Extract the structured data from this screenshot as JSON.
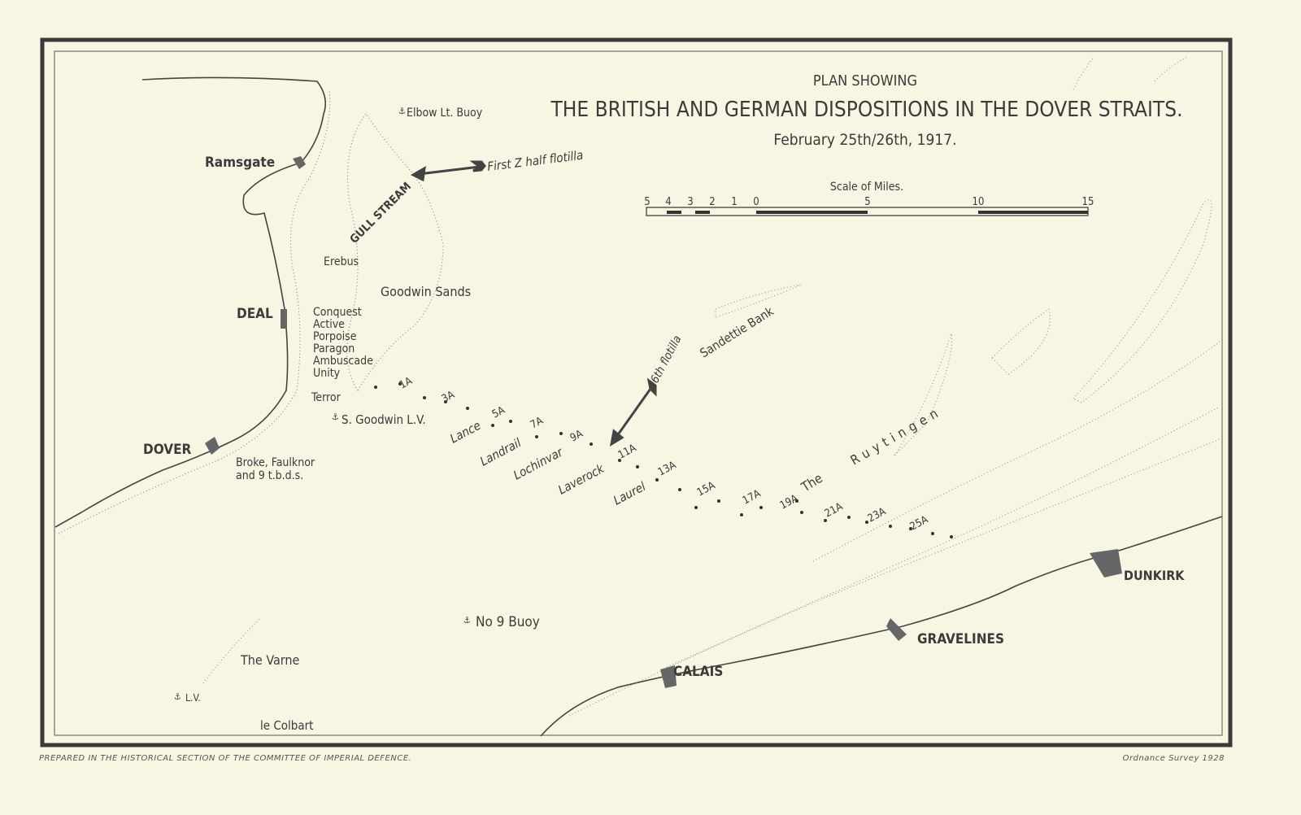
{
  "title": {
    "pre": "PLAN SHOWING",
    "main": "THE BRITISH AND GERMAN DISPOSITIONS IN THE DOVER STRAITS.",
    "date": "February 25th/26th, 1917."
  },
  "scale": {
    "label": "Scale of Miles.",
    "ticks": [
      "5",
      "4",
      "3",
      "2",
      "1",
      "0",
      "5",
      "10",
      "15"
    ]
  },
  "places": {
    "ramsgate": "Ramsgate",
    "deal": "DEAL",
    "dover": "DOVER",
    "dunkirk": "DUNKIRK",
    "gravelines": "GRAVELINES",
    "calais": "CALAIS",
    "goodwin_sands": "Goodwin Sands",
    "gull_stream": "GULL STREAM",
    "sandettie": "Sandettie Bank",
    "ruytingen_the": "The",
    "ruytingen": "Ruytingen",
    "varne": "The Varne",
    "colbart": "le Colbart",
    "elbow": "Elbow Lt. Buoy",
    "s_goodwin": "S. Goodwin L.V.",
    "no9": "No 9 Buoy",
    "lv": "L.V."
  },
  "ships": {
    "erebus": "Erebus",
    "deal_group": [
      "Conquest",
      "Active",
      "Porpoise",
      "Paragon",
      "Ambuscade",
      "Unity"
    ],
    "terror": "Terror",
    "dover_group": [
      "Broke, Faulknor",
      "and 9 t.b.d.s."
    ],
    "first_z": "First Z half flotilla",
    "sixth": "6th flotilla",
    "line": [
      "Lance",
      "Landrail",
      "Lochinvar",
      "Laverock",
      "Laurel"
    ]
  },
  "buoys": [
    "1A",
    "3A",
    "5A",
    "7A",
    "9A",
    "11A",
    "13A",
    "15A",
    "17A",
    "19A",
    "21A",
    "23A",
    "25A"
  ],
  "footer": {
    "left": "PREPARED IN THE HISTORICAL SECTION OF THE COMMITTEE OF IMPERIAL DEFENCE.",
    "right": "Ordnance Survey 1928"
  },
  "colors": {
    "paper": "#f8f5e2",
    "ink": "#3a3a3a"
  }
}
